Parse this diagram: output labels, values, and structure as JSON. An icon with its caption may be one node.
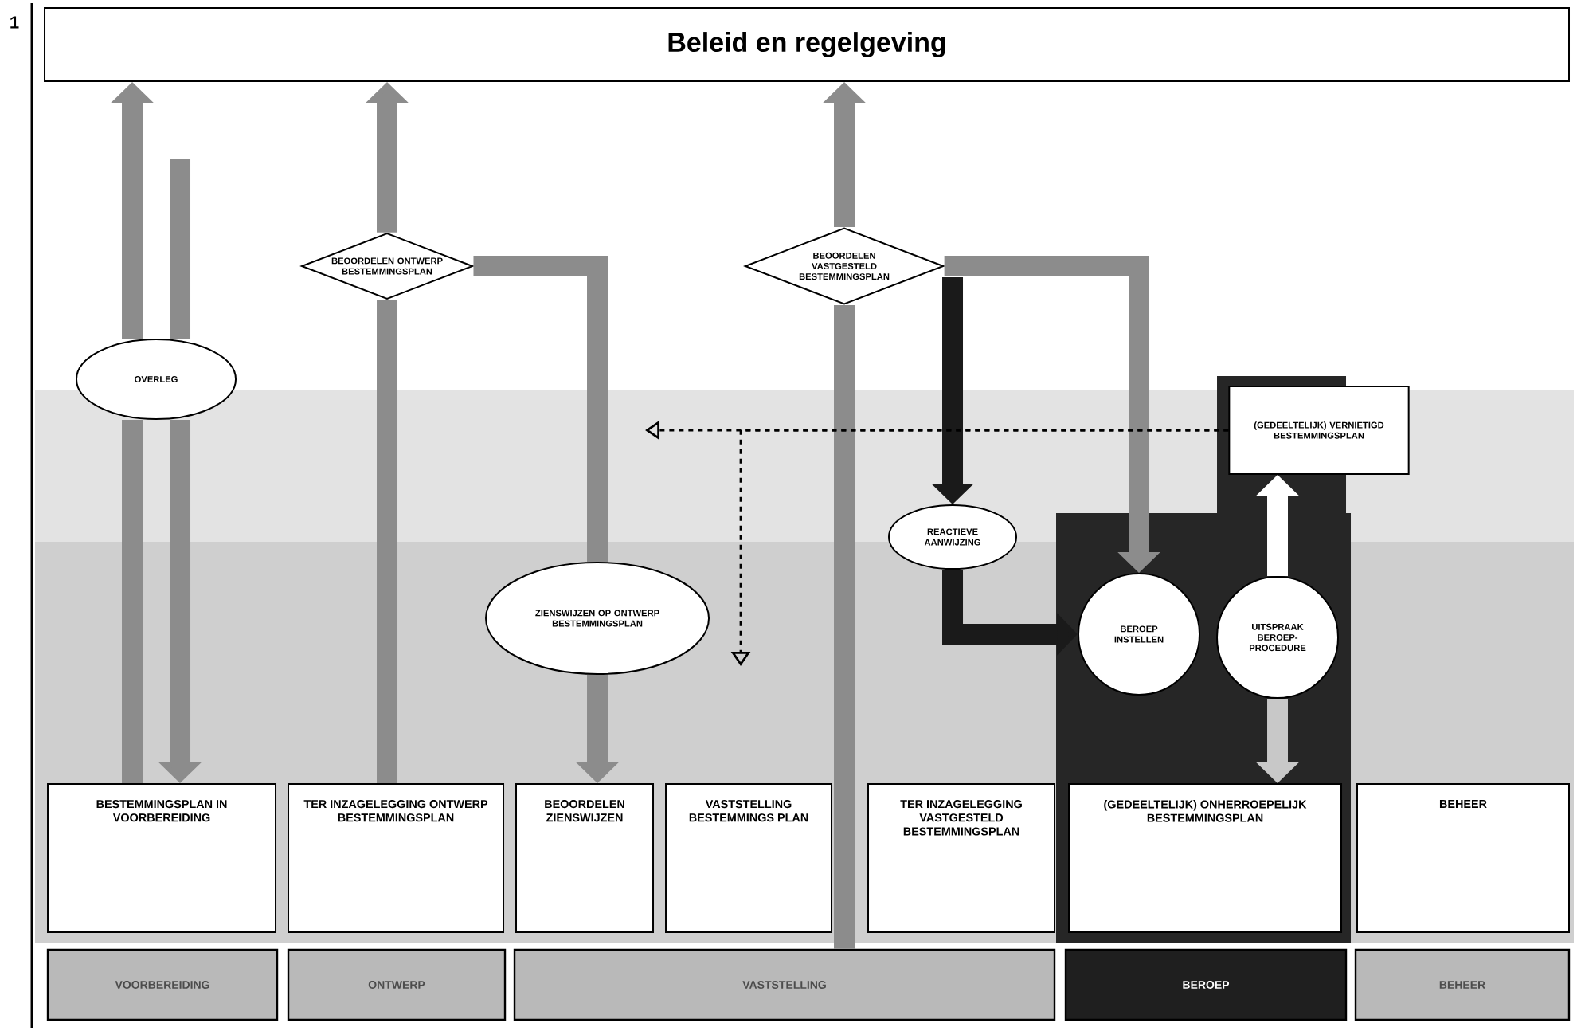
{
  "diagram": {
    "nodes": [
      {
        "text": [
          "Beleid en regelgeving"
        ]
      },
      {
        "text": [
          "OVERLEG"
        ]
      },
      {
        "text": [
          "BEOORDELEN ONTWERP BESTEMMINGSPLAN"
        ]
      },
      {
        "text": [
          "BEOORDELEN VASTGESTELD BESTEMMINGSPLAN"
        ]
      },
      {
        "text": [
          "ZIENSWIJZEN OP ONTWERP BESTEMMINGSPLAN"
        ]
      },
      {
        "text": [
          "REACTIEVE AANWIJZING"
        ]
      },
      {
        "text": [
          "(GEDEELTELIJK) VERNIETIGD BESTEMMINGSPLAN"
        ]
      },
      {
        "text": [
          "BEROEP INSTELLEN"
        ]
      },
      {
        "text": [
          "UITSPRAAK BEROEP-PROCEDURE"
        ]
      },
      {
        "text": [
          "BESTEMMINGSPLAN IN VOORBEREIDING"
        ]
      },
      {
        "text": [
          "TER INZAGELEGGING ONTWERP BESTEMMINGSPLAN"
        ]
      },
      {
        "text": [
          "BEOORDELEN ZIENSWIJZEN"
        ]
      },
      {
        "text": [
          "VASTSTELLING BESTEMMINGS PLAN"
        ]
      },
      {
        "text": [
          "TER INZAGELEGGING VASTGESTELD BESTEMMINGSPLAN"
        ]
      },
      {
        "text": [
          "(GEDEELTELIJK) ONHERROEPELIJK BESTEMMINGSPLAN"
        ]
      },
      {
        "text": [
          "BEHEER"
        ]
      },
      {
        "text": [
          "VOORBEREIDING"
        ]
      },
      {
        "text": [
          "ONTWERP"
        ]
      },
      {
        "text": [
          "VASTSTELLING"
        ]
      },
      {
        "text": [
          "BEROEP"
        ]
      },
      {
        "text": [
          "BEHEER"
        ]
      }
    ],
    "edges": [
      {
        "from": 9,
        "to": 1,
        "arrow": "none"
      },
      {
        "from": 1,
        "to": 0,
        "arrow": "to"
      },
      {
        "from": null,
        "to": 1,
        "arrow": "none"
      },
      {
        "from": 1,
        "to": 9,
        "arrow": "to"
      },
      {
        "from": 10,
        "to": 2,
        "arrow": "none"
      },
      {
        "from": 2,
        "to": 0,
        "arrow": "to"
      },
      {
        "from": 2,
        "to": 4,
        "arrow": "none"
      },
      {
        "from": 4,
        "to": 11,
        "arrow": "to"
      },
      {
        "from": 18,
        "to": 3,
        "arrow": "none"
      },
      {
        "from": 3,
        "to": 0,
        "arrow": "to"
      },
      {
        "from": 3,
        "to": 5,
        "arrow": "to",
        "color": "#1a1a1a"
      },
      {
        "from": 5,
        "to": 7,
        "arrow": "to",
        "color": "#1a1a1a"
      },
      {
        "from": 3,
        "to": 7,
        "arrow": "to"
      },
      {
        "from": 6,
        "to": null,
        "arrow": "to",
        "style": "dashed",
        "color": "#000000"
      },
      {
        "from": 6,
        "to": null,
        "arrow": "to",
        "style": "dashed",
        "color": "#000000"
      },
      {
        "from": 8,
        "to": 6,
        "arrow": "to",
        "color": "#ffffff"
      },
      {
        "from": 8,
        "to": 14,
        "arrow": "to",
        "color": "#c8c8c8"
      }
    ],
    "labels": [
      "1"
    ]
  }
}
